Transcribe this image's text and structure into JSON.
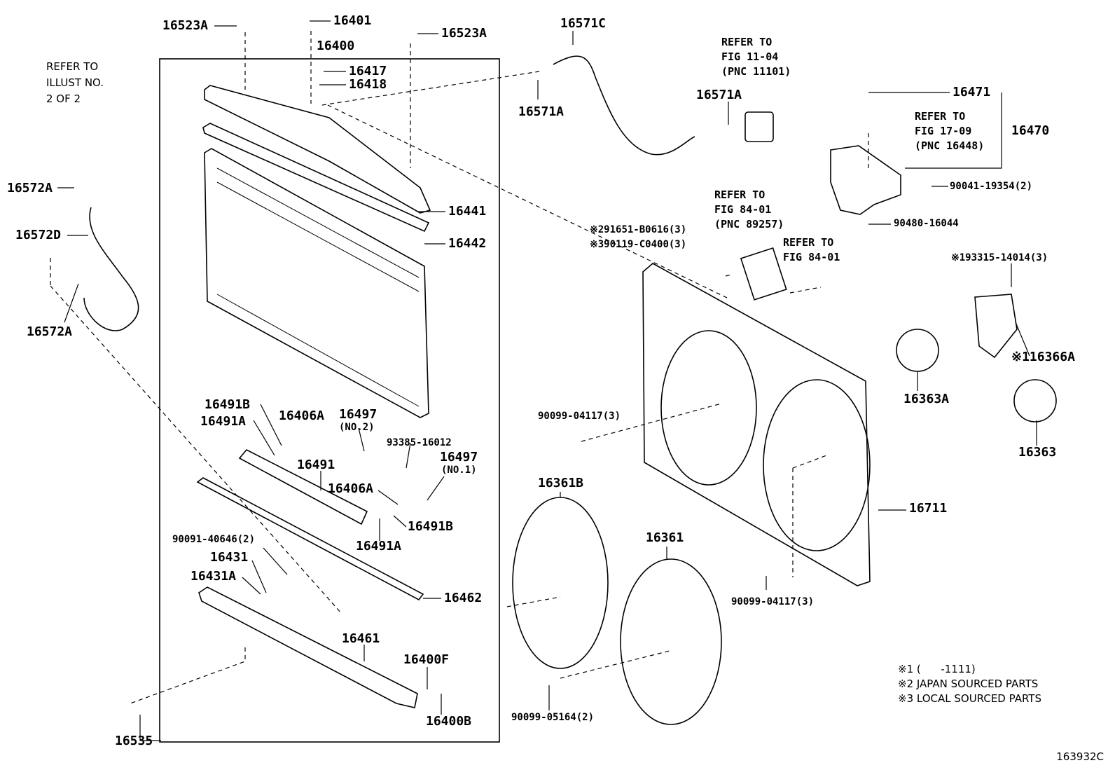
{
  "callouts": {
    "c16523A_left": "16523A",
    "c16401": "16401",
    "c16523A_right": "16523A",
    "c16400": "16400",
    "c16417": "16417",
    "c16418": "16418",
    "c16441": "16441",
    "c16442": "16442",
    "c16572A_top": "16572A",
    "c16572D": "16572D",
    "c16572A_bottom": "16572A",
    "c16571C": "16571C",
    "c16571A_left": "16571A",
    "c16571A_right": "16571A",
    "c16471": "16471",
    "c16470": "16470",
    "c90041": "90041-19354(2)",
    "c90480": "90480-16044",
    "c291651": "※291651-B0616(3)",
    "c390119": "※390119-C0400(3)",
    "c193315": "※193315-14014(3)",
    "c16366A": "※116366A",
    "c16363A": "16363A",
    "c16363": "16363",
    "c16711": "16711",
    "c90099_04117_left": "90099-04117(3)",
    "c90099_04117_bottom": "90099-04117(3)",
    "c16361B": "16361B",
    "c16361": "16361",
    "c90099_05164": "90099-05164(2)",
    "c16491B_top": "16491B",
    "c16491A_top": "16491A",
    "c16406A_top": "16406A",
    "c16497_no2": "16497",
    "c16497_no2_sub": "(NO.2)",
    "c93385": "93385-16012",
    "c16497_no1": "16497",
    "c16497_no1_sub": "(NO.1)",
    "c16491": "16491",
    "c16406A_mid": "16406A",
    "c16491B_mid": "16491B",
    "c16491A_mid": "16491A",
    "c90091": "90091-40646(2)",
    "c16431": "16431",
    "c16431A": "16431A",
    "c16462": "16462",
    "c16461": "16461",
    "c16400F": "16400F",
    "c16400B": "16400B",
    "c16535": "16535"
  },
  "references": {
    "illust_no": [
      "REFER TO",
      "ILLUST NO.",
      "2 OF 2"
    ],
    "fig_11_04": [
      "REFER TO",
      "FIG 11-04",
      "(PNC 11101)"
    ],
    "fig_17_09": [
      "REFER TO",
      "FIG 17-09",
      "(PNC 16448)"
    ],
    "fig_84_01_a": [
      "REFER TO",
      "FIG 84-01",
      "(PNC 89257)"
    ],
    "fig_84_01_b": [
      "REFER TO",
      "FIG 84-01"
    ]
  },
  "notes": [
    "※1 (      -1111)",
    "※2 JAPAN SOURCED PARTS",
    "※3 LOCAL SOURCED PARTS"
  ],
  "illustration_number": "163932C"
}
